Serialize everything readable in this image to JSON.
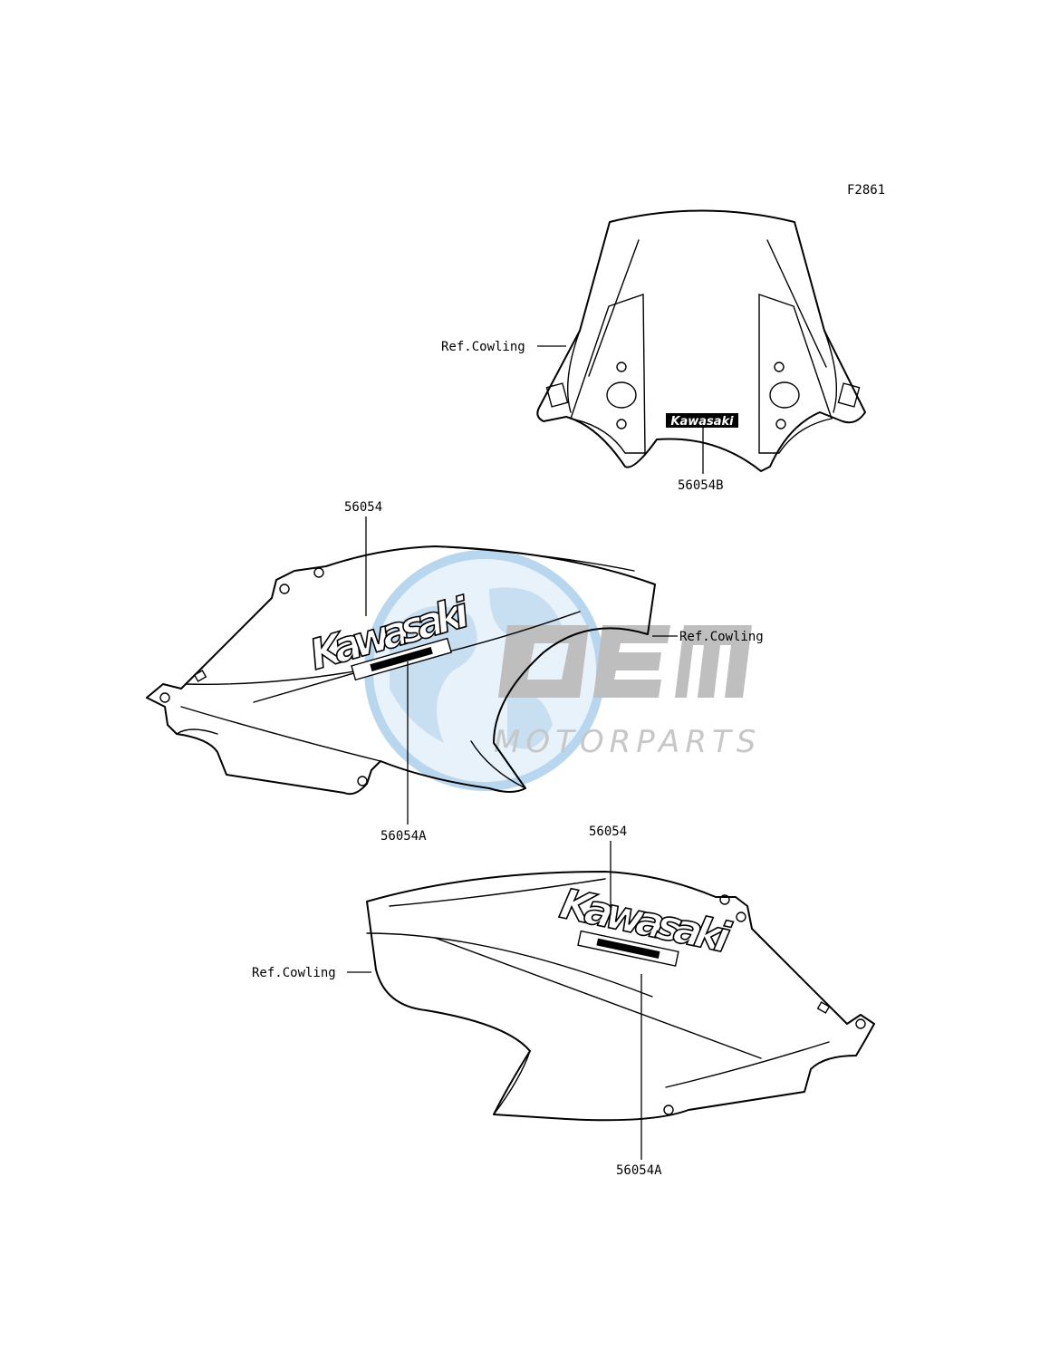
{
  "figure_code": "F2861",
  "labels": {
    "ref_cowling_top": "Ref.Cowling",
    "ref_cowling_mid": "Ref.Cowling",
    "ref_cowling_bottom": "Ref.Cowling",
    "part_56054B": "56054B",
    "part_56054_upper": "56054",
    "part_56054A_upper": "56054A",
    "part_56054_lower": "56054",
    "part_56054A_lower": "56054A"
  },
  "decals": {
    "windshield_logo": "Kawasaki",
    "side_logo_left": "Kawasaki",
    "side_logo_right": "Kawasaki"
  },
  "watermark": {
    "brand": "OEM",
    "subtitle": "MOTORPARTS"
  },
  "colors": {
    "line": "#000000",
    "watermark_blue": "#7fb6e0",
    "watermark_gray": "#8a8a8a"
  }
}
